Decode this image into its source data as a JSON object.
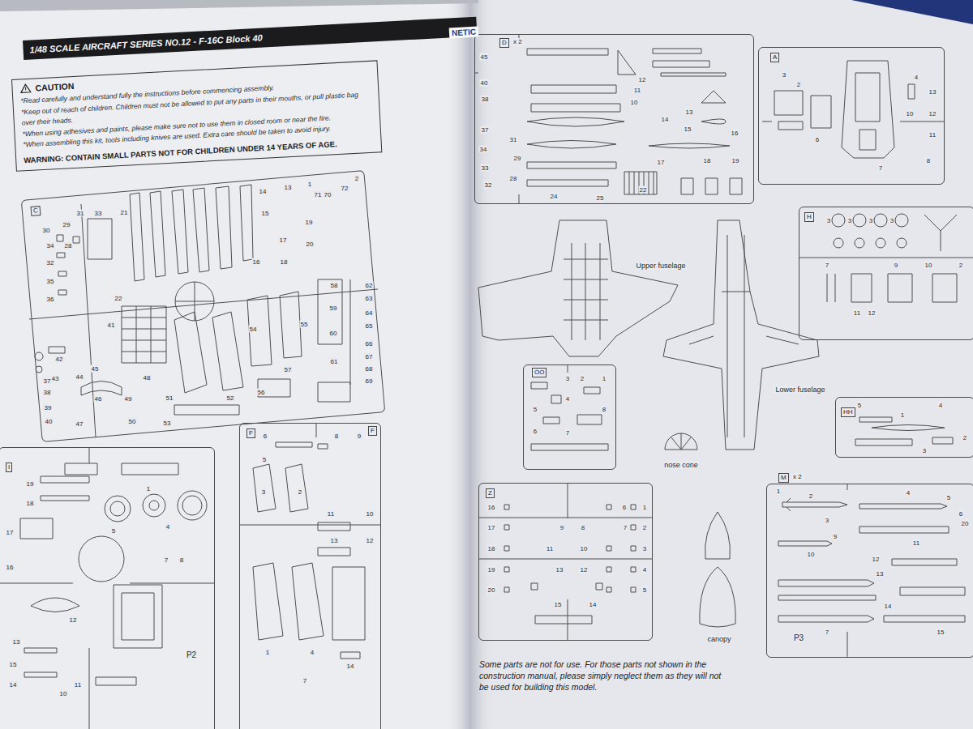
{
  "diagram": {
    "title": "1/48 SCALE AIRCRAFT SERIES NO.12 - F-16C Block 40",
    "nodes": [
      {
        "text": [
          "CAUTION",
          "*Read carefully and understand fully the instructions before commencing assembly.",
          "*Keep out of reach of children. Children must not be allowed to put any parts in their mouths, or pull plastic bag over their heads.",
          "*When using adhesives and paints, please make sure not to use them in closed room or near the fire.",
          "*When assembling this kit, tools including knives are used. Extra care should be taken to avoid injury.",
          "WARNING: CONTAIN SMALL PARTS NOT FOR CHILDREN UNDER 14 YEARS OF AGE."
        ]
      },
      {
        "text": [
          "C"
        ]
      },
      {
        "text": [
          "I"
        ]
      },
      {
        "text": [
          "F",
          "F"
        ]
      },
      {
        "text": [
          "D",
          "x 2"
        ]
      },
      {
        "text": [
          "A"
        ]
      },
      {
        "text": [
          "H"
        ]
      },
      {
        "text": [
          "OO"
        ]
      },
      {
        "text": [
          "HH"
        ]
      },
      {
        "text": [
          "Z"
        ]
      },
      {
        "text": [
          "M",
          "x 2"
        ]
      }
    ],
    "labels": [
      "30",
      "29",
      "31",
      "33",
      "34",
      "28",
      "32",
      "35",
      "36",
      "21",
      "22",
      "14",
      "13",
      "15",
      "17",
      "16",
      "18",
      "19",
      "20",
      "1",
      "2",
      "71",
      "70",
      "72",
      "58",
      "59",
      "60",
      "61",
      "62",
      "63",
      "64",
      "65",
      "66",
      "67",
      "68",
      "69",
      "41",
      "42",
      "43",
      "44",
      "45",
      "46",
      "47",
      "48",
      "49",
      "50",
      "51",
      "52",
      "53",
      "54",
      "55",
      "56",
      "57",
      "37",
      "38",
      "39",
      "40",
      "19",
      "18",
      "17",
      "16",
      "1",
      "5",
      "4",
      "7",
      "8",
      "12",
      "13",
      "15",
      "14",
      "10",
      "11",
      "6",
      "5",
      "8",
      "9",
      "3",
      "2",
      "11",
      "10",
      "13",
      "12",
      "1",
      "4",
      "7",
      "14",
      "45",
      "40",
      "38",
      "37",
      "34",
      "33",
      "32",
      "31",
      "29",
      "28",
      "24",
      "25",
      "22",
      "15",
      "16",
      "17",
      "18",
      "19",
      "10",
      "11",
      "14",
      "13",
      "12",
      "3",
      "2",
      "4",
      "13",
      "12",
      "11",
      "10",
      "6",
      "7",
      "8",
      "3",
      "3",
      "3",
      "3",
      "7",
      "9",
      "10",
      "2",
      "11",
      "12",
      "3",
      "2",
      "1",
      "4",
      "5",
      "6",
      "7",
      "8",
      "5",
      "4",
      "1",
      "3",
      "2",
      "16",
      "17",
      "18",
      "19",
      "20",
      "9",
      "8",
      "7",
      "11",
      "10",
      "13",
      "12",
      "15",
      "14",
      "6",
      "1",
      "2",
      "3",
      "4",
      "5",
      "1",
      "2",
      "3",
      "4",
      "5",
      "6",
      "20",
      "9",
      "12",
      "13",
      "10",
      "11",
      "14",
      "7",
      "15",
      "Upper fuselage",
      "Lower fuselage",
      "nose cone",
      "canopy",
      "Some parts are not for use. For those parts not shown in the construction manual, please simply neglect them as they will not be used for building this model.",
      "P2",
      "P3",
      "NETIC"
    ]
  }
}
